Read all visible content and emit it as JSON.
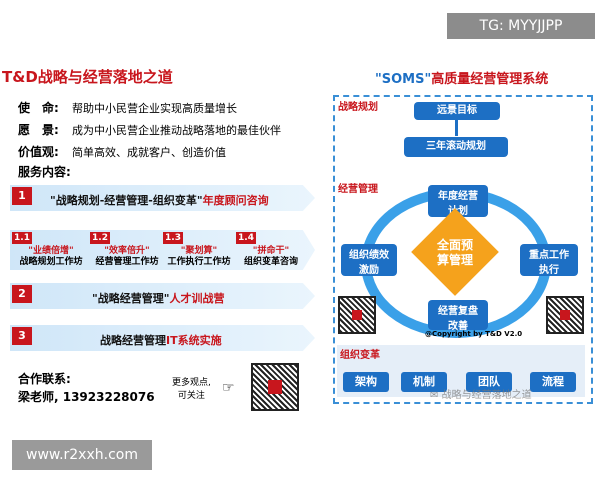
{
  "watermarks": {
    "top": "TG: MYYJJPP",
    "bottom": "www.r2xxh.com"
  },
  "left": {
    "title": "T&D战略与经营落地之道",
    "mission_label": "使　命:",
    "mission_text": "帮助中小民营企业实现高质量增长",
    "vision_label": "愿　景:",
    "vision_text": "成为中小民营企业推动战略落地的最佳伙伴",
    "values_label": "价值观:",
    "values_text": "简单高效、成就客户、创造价值",
    "services_label": "服务内容:",
    "services": [
      {
        "num": "1",
        "text": "\"战略规划-经营管理-组织变革\"",
        "red": "年度顾问咨询"
      },
      {
        "num": "2",
        "text": "\"战略经营管理\"",
        "red": "人才训战营"
      },
      {
        "num": "3",
        "text": "战略经营管理",
        "red": "IT系统实施"
      }
    ],
    "sub_services": [
      {
        "num": "1.1",
        "title": "\"业绩倍增\"",
        "desc": "战略规划工作坊"
      },
      {
        "num": "1.2",
        "title": "\"效率倍升\"",
        "desc": "经营管理工作坊"
      },
      {
        "num": "1.3",
        "title": "\"聚划算\"",
        "desc": "工作执行工作坊"
      },
      {
        "num": "1.4",
        "title": "\"拼命干\"",
        "desc": "组织变革咨询"
      }
    ],
    "contact_label": "合作联系:",
    "contact_value": "梁老师, 13923228076",
    "more_line1": "更多观点,",
    "more_line2": "可关注"
  },
  "right": {
    "title_quote": "\"SOMS\"",
    "title_rest": "高质量经营管理系统",
    "sec_strategy": "战略规划",
    "vision_goal": "远景目标",
    "rolling_plan": "三年滚动规划",
    "sec_operation": "经营管理",
    "annual_plan_1": "年度经营",
    "annual_plan_2": "计划",
    "org_perf_1": "组织绩效",
    "org_perf_2": "激励",
    "key_work_1": "重点工作",
    "key_work_2": "执行",
    "budget_1": "全面预",
    "budget_2": "算管理",
    "review_1": "经营复盘",
    "review_2": "改善",
    "copyright": "@Copyright by T&D V2.0",
    "sec_org": "组织变革",
    "org_items": [
      "架构",
      "机制",
      "团队",
      "流程"
    ],
    "wechat_mark": "战略与经营落地之道"
  }
}
